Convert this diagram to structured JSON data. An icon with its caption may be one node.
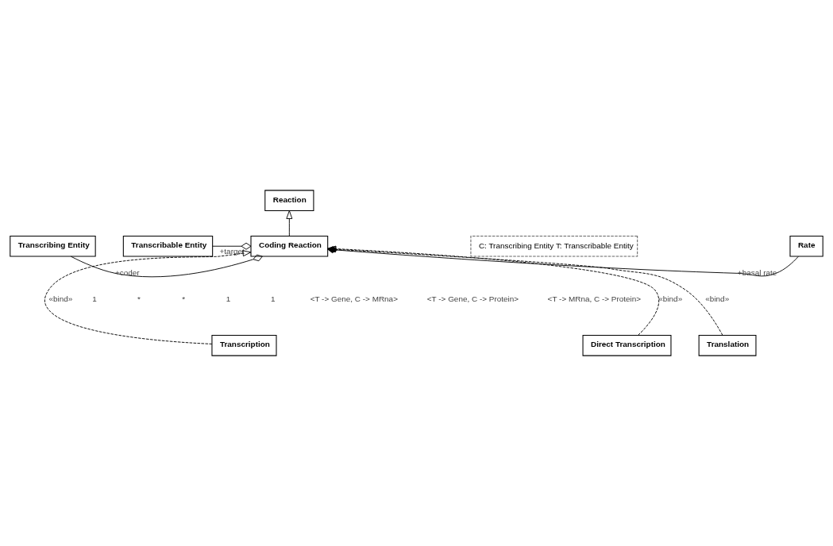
{
  "diagram": {
    "nodes": [
      {
        "text": [
          "Reaction"
        ]
      },
      {
        "text": [
          "Transcribing Entity"
        ]
      },
      {
        "text": [
          "C: Transcribing Entity T: Transcribable Entity"
        ]
      },
      {
        "text": [
          "Coding Reaction"
        ]
      },
      {
        "text": [
          "Transcribable Entity"
        ]
      },
      {
        "text": [
          "Rate"
        ]
      },
      {
        "text": [
          "Transcription"
        ]
      },
      {
        "text": [
          "Direct Transcription"
        ]
      },
      {
        "text": [
          "Translation"
        ]
      }
    ],
    "edges": [
      {
        "from": 3,
        "to": 0,
        "arrow": "to"
      },
      {
        "from": 1,
        "to": 3,
        "arrow": "other",
        "label": "+coder"
      },
      {
        "from": 4,
        "to": 3,
        "arrow": "other",
        "label": "+target"
      },
      {
        "from": 5,
        "to": 3,
        "arrow": "other",
        "label": "+basal rate"
      },
      {
        "from": 6,
        "to": 3,
        "arrow": "to",
        "style": "dashed",
        "label": "«bind»"
      },
      {
        "from": 7,
        "to": 3,
        "arrow": "to",
        "style": "dashed",
        "label": "«bind»"
      },
      {
        "from": 8,
        "to": 3,
        "arrow": "to",
        "style": "dashed",
        "label": "«bind»"
      }
    ],
    "labels": [
      "1",
      "*",
      "*",
      "1",
      "1",
      "<T -> Gene, C -> MRna>",
      "<T -> Gene, C -> Protein>",
      "<T -> MRna, C -> Protein>"
    ]
  }
}
